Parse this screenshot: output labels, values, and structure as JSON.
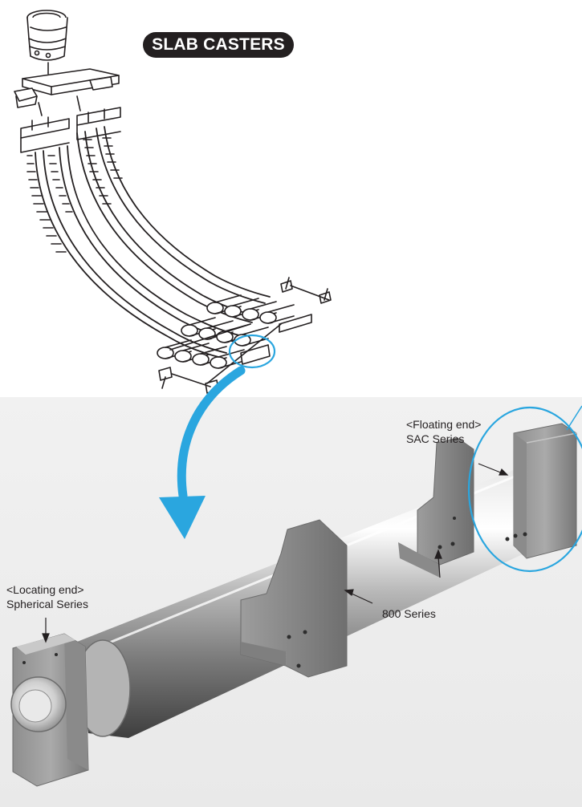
{
  "title": "SLAB CASTERS",
  "labels": {
    "floating_end_tag": "<Floating end>",
    "floating_end_series": "SAC Series",
    "locating_end_tag": "<Locating end>",
    "locating_end_series": "Spherical Series",
    "center_bearing_series": "800 Series"
  },
  "colors": {
    "title_pill": "#231f20",
    "title_text": "#ffffff",
    "highlight_circle": "#2aa6df",
    "arrow": "#2aa6df",
    "text": "#231f20"
  },
  "icons": {
    "flow_arrow": "curved-down-arrow-icon",
    "pointer": "leader-arrow-icon"
  }
}
